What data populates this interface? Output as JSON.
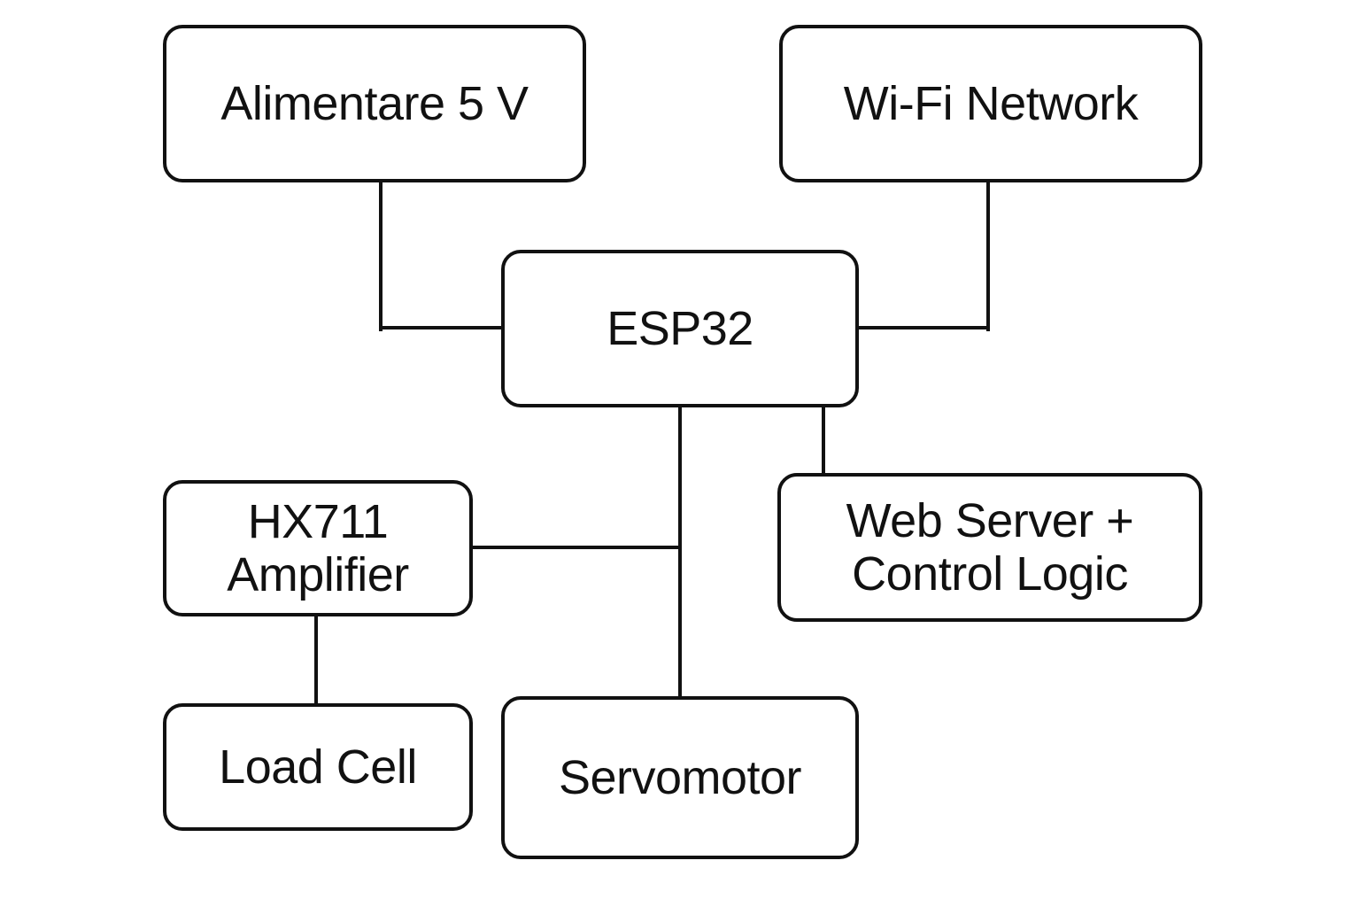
{
  "diagram": {
    "blocks": {
      "power_supply": {
        "label": "Alimentare 5 V"
      },
      "wifi_network": {
        "label": "Wi-Fi Network"
      },
      "esp32": {
        "label": "ESP32"
      },
      "hx711": {
        "line1": "HX711",
        "line2": "Amplifier"
      },
      "web_server": {
        "line1": "Web Server +",
        "line2": "Control Logic"
      },
      "load_cell": {
        "label": "Load Cell"
      },
      "servomotor": {
        "label": "Servomotor"
      }
    },
    "connections": [
      {
        "from": "Alimentare 5 V",
        "to": "ESP32"
      },
      {
        "from": "Wi-Fi Network",
        "to": "ESP32"
      },
      {
        "from": "ESP32",
        "to": "HX711 Amplifier"
      },
      {
        "from": "ESP32",
        "to": "Servomotor"
      },
      {
        "from": "ESP32",
        "to": "Web Server + Control Logic"
      },
      {
        "from": "HX711 Amplifier",
        "to": "Load Cell"
      }
    ],
    "colors": {
      "stroke": "#111111",
      "background": "#ffffff"
    }
  }
}
